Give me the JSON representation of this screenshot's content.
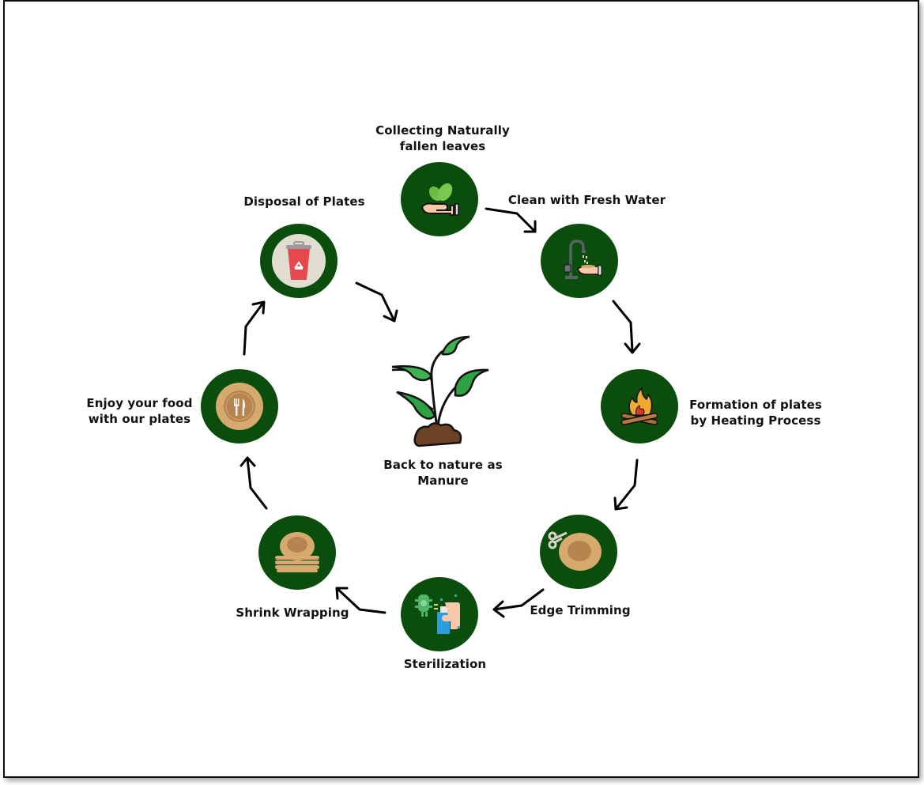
{
  "diagram": {
    "type": "cycle",
    "steps": [
      {
        "id": "collect",
        "label": "Collecting Naturally\nfallen leaves",
        "icon": "hand-leaves-icon"
      },
      {
        "id": "clean",
        "label": "Clean with Fresh Water",
        "icon": "tap-washing-hand-icon"
      },
      {
        "id": "heat",
        "label": "Formation of plates\nby Heating Process",
        "icon": "campfire-icon"
      },
      {
        "id": "trim",
        "label": "Edge Trimming",
        "icon": "scissors-plate-icon"
      },
      {
        "id": "sterilize",
        "label": "Sterilization",
        "icon": "disinfectant-spray-icon"
      },
      {
        "id": "wrap",
        "label": "Shrink Wrapping",
        "icon": "plate-stack-icon"
      },
      {
        "id": "enjoy",
        "label": "Enjoy your food\nwith our plates",
        "icon": "plate-cutlery-icon"
      },
      {
        "id": "dispose",
        "label": "Disposal of Plates",
        "icon": "recycle-bin-icon"
      }
    ],
    "center": {
      "label": "Back to nature as\nManure",
      "icon": "sapling-icon"
    },
    "flow": [
      [
        "collect",
        "clean"
      ],
      [
        "clean",
        "heat"
      ],
      [
        "heat",
        "trim"
      ],
      [
        "trim",
        "sterilize"
      ],
      [
        "sterilize",
        "wrap"
      ],
      [
        "wrap",
        "enjoy"
      ],
      [
        "enjoy",
        "dispose"
      ],
      [
        "dispose",
        "center"
      ]
    ],
    "colors": {
      "node": "#0b4d0d",
      "arrow": "#000000",
      "text": "#111111"
    }
  }
}
